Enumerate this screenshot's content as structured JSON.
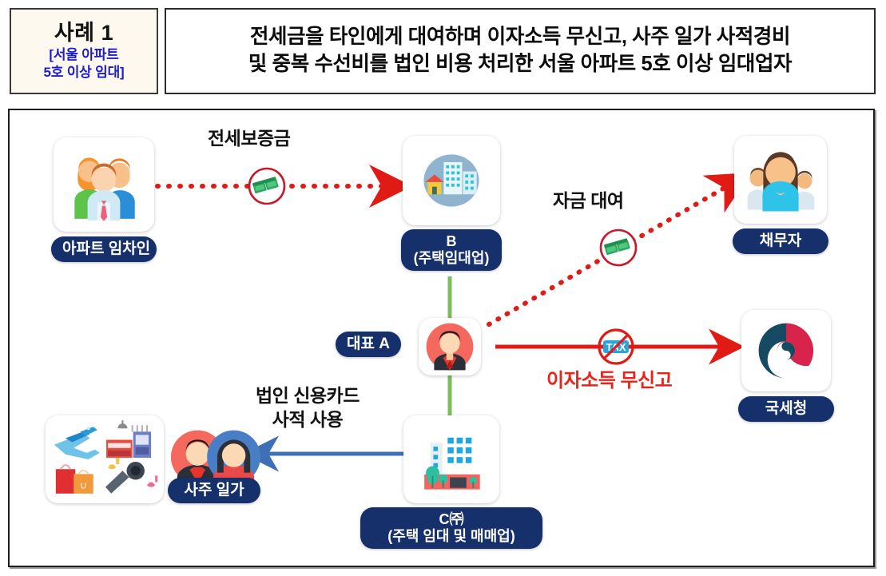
{
  "header": {
    "case_label": "사례 1",
    "case_sublabel_line1": "[서울 아파트",
    "case_sublabel_line2": "5호 이상 임대]",
    "title_line1": "전세금을 타인에게 대여하며 이자소득 무신고, 사주 일가 사적경비",
    "title_line2": "및 중복 수선비를 법인 비용 처리한 서울 아파트 5호 이상 임대업자"
  },
  "diagram": {
    "nodes": {
      "tenants": {
        "label": "아파트 임차인",
        "icon": "three-people-icon"
      },
      "company_b": {
        "label_line1": "B",
        "label_line2": "(주택임대업)",
        "icon": "apartment-buildings-icon"
      },
      "debtor": {
        "label": "채무자",
        "icon": "family-people-icon"
      },
      "representative_a": {
        "label": "대표 A",
        "icon": "businessman-avatar-icon"
      },
      "nts": {
        "label": "국세청",
        "icon": "korean-government-taegeuk-icon"
      },
      "owner_family": {
        "label": "사주 일가",
        "icon": "couple-avatar-icon"
      },
      "luxury_spending": {
        "icon": "luxury-spending-icon"
      },
      "company_c": {
        "label_line1": "C㈜",
        "label_line2": "(주택 임대 및 매매업)",
        "icon": "building-complex-icon"
      }
    },
    "edges": {
      "deposit": {
        "label": "전세보증금",
        "badge": "money-icon",
        "style": "dotted-red"
      },
      "fund_loan": {
        "label": "자금 대여",
        "badge": "money-icon",
        "style": "dotted-red"
      },
      "unreported_interest": {
        "label": "이자소득 무신고",
        "badge": "no-tax-icon",
        "badge_text": "TAX",
        "style": "solid-red"
      },
      "corporate_card": {
        "label_line1": "법인 신용카드",
        "label_line2": "사적 사용",
        "style": "solid-blue"
      }
    }
  },
  "colors": {
    "pill_navy": "#16306b",
    "case_sub_blue": "#1b1bd0",
    "arrow_red": "#e01b16",
    "arrow_blue": "#3f6fb5",
    "link_green": "#7dbd5e",
    "alert_red": "#e8241a"
  }
}
